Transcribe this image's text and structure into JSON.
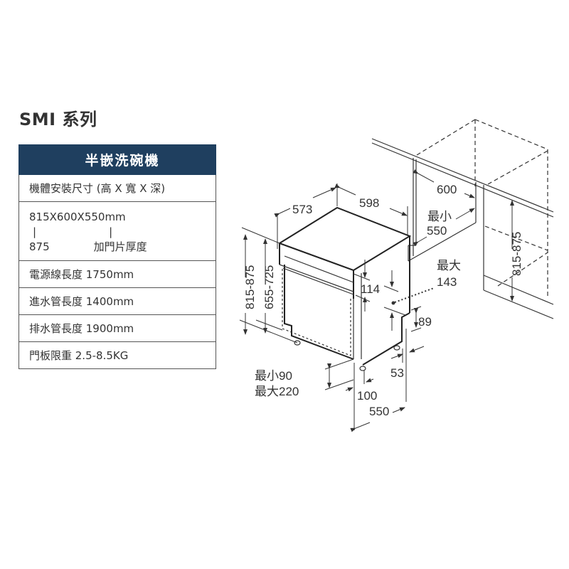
{
  "title": "SMI 系列",
  "table": {
    "header": "半嵌洗碗機",
    "rows": {
      "install_size_label": "機體安裝尺寸 (高 X 寬 X 深)",
      "install_size_value": "815X600X550mm",
      "install_size_tick": "|",
      "install_size_alt_height": "875",
      "install_size_note": "加門片厚度",
      "power_cord": "電源線長度 1750mm",
      "inlet_hose": "進水管長度 1400mm",
      "drain_hose": "排水管長度 1900mm",
      "door_weight": "門板限重 2.5-8.5KG"
    }
  },
  "diagram": {
    "dim_depth_top": "573",
    "dim_width_top": "598",
    "dim_niche_width": "600",
    "dim_niche_depth_label": "最小",
    "dim_niche_depth_value": "550",
    "dim_height_total": "815-875",
    "dim_height_body": "655-725",
    "dim_panel": "114",
    "dim_max_label": "最大",
    "dim_max_value": "143",
    "dim_89": "89",
    "dim_53": "53",
    "dim_plinth_min": "最小90",
    "dim_plinth_max": "最大220",
    "dim_100": "100",
    "dim_550": "550",
    "dim_niche_height": "815-875"
  },
  "colors": {
    "header_bg": "#1f3f5f",
    "line": "#333333"
  }
}
